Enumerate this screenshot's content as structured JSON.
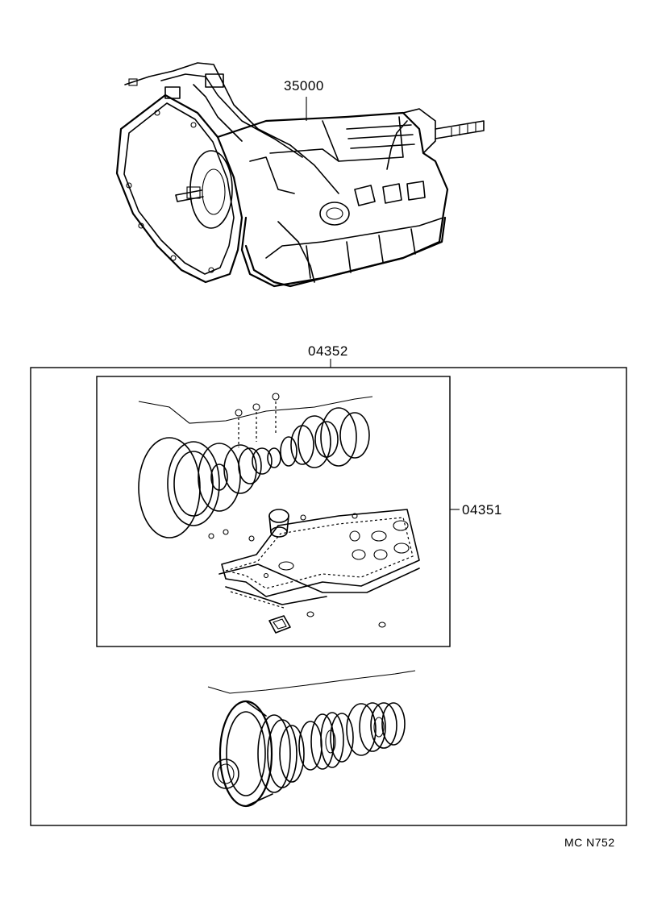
{
  "parts": {
    "transmission_assembly": "35000",
    "overhaul_kit": "04352",
    "gasket_kit": "04351"
  },
  "diagram_code": "MC N752"
}
